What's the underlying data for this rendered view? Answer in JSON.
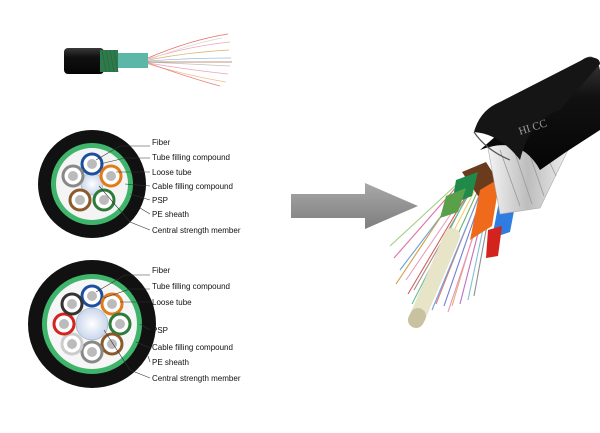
{
  "cross_section_1": {
    "labels": [
      "Fiber",
      "Tube filling compound",
      "Loose tube",
      "Cable filling  compound",
      "PSP",
      "PE  sheath",
      "Central strength member"
    ]
  },
  "cross_section_2": {
    "labels": [
      "Fiber",
      "Tube filling compound",
      "Loose tube",
      "PSP",
      "Cable filling compound",
      "PE  sheath",
      "Central strength member"
    ]
  },
  "cable_print": "HI  CC",
  "icons": {
    "arrow": "right-arrow-icon"
  },
  "colors": {
    "sheath": "#111111",
    "filling": "#33b569",
    "arrow": "#8f8f8f",
    "orange": "#ef6a1a",
    "blue": "#2f7de0",
    "red": "#d4221d"
  }
}
